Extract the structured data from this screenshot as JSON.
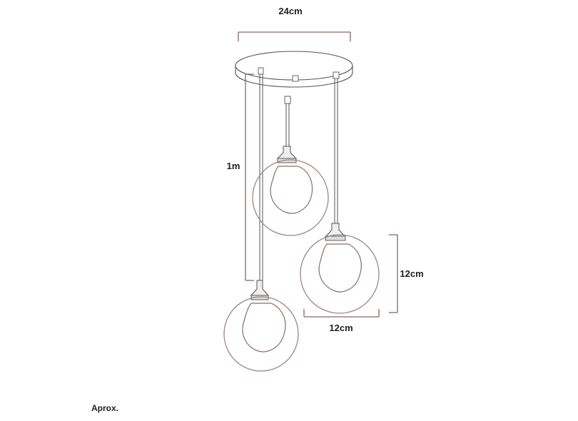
{
  "dimensions": {
    "canopy_width": "24cm",
    "cable_length": "1m",
    "globe_height": "12cm",
    "globe_width": "12cm"
  },
  "note": "Aprox.",
  "colors": {
    "line": "#555555",
    "dimension": "#9a7070",
    "globe": "#a08585"
  }
}
